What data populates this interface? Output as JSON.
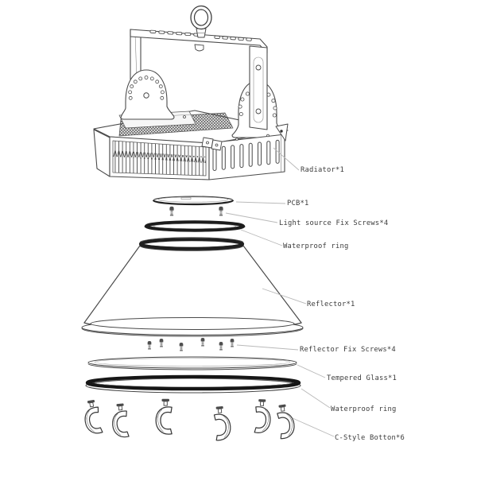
{
  "colors": {
    "line": "#4a4a4a",
    "dark": "#1e1e1e",
    "leader": "#b9b9b9",
    "text": "#3c3c3c",
    "bg": "#ffffff"
  },
  "diagram": {
    "labels": {
      "radiator": "Radiator*1",
      "pcb": "PCB*1",
      "light_source_screws": "Light source Fix Screws*4",
      "waterproof_ring_top": "Waterproof ring",
      "reflector": "Reflector*1",
      "reflector_screws": "Reflector Fix Screws*4",
      "tempered_glass": "Tempered Glass*1",
      "waterproof_ring_bottom": "Waterproof ring",
      "c_style_button": "C-Style Botton*6"
    }
  }
}
